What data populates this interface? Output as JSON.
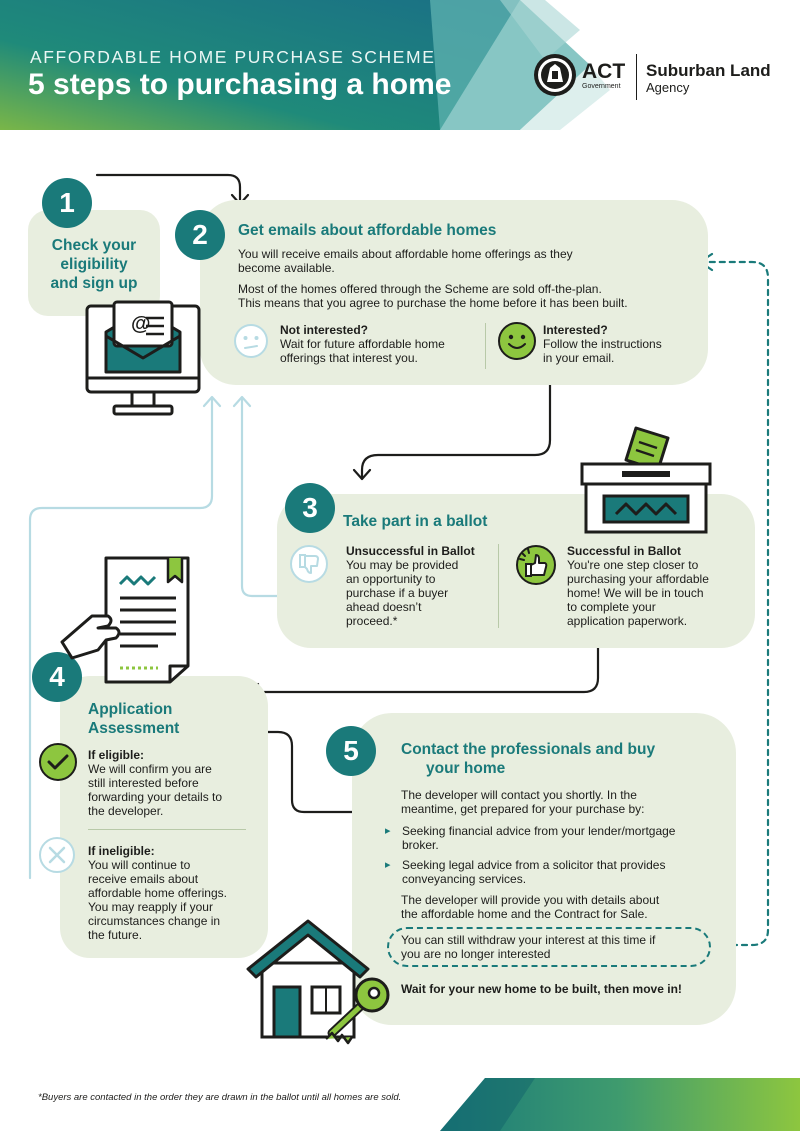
{
  "header": {
    "kicker": "AFFORDABLE HOME PURCHASE SCHEME",
    "title": "5 steps to purchasing a home",
    "logo_act": "ACT",
    "logo_act_sub": "Government",
    "logo_agency_line1": "Suburban Land",
    "logo_agency_line2": "Agency"
  },
  "step1": {
    "number": "1",
    "title_line1": "Check your",
    "title_line2": "eligibility",
    "title_line3": "and sign up"
  },
  "step2": {
    "number": "2",
    "title": "Get emails about affordable homes",
    "para1_line1": "You will receive emails about affordable home offerings as they",
    "para1_line2": "become available.",
    "para2_line1": "Most of the homes offered through the Scheme are sold off-the-plan.",
    "para2_line2": "This means that you agree to purchase the home before it has been built.",
    "not_interested_title": "Not interested?",
    "not_interested_line1": "Wait for future affordable home",
    "not_interested_line2": "offerings that interest you.",
    "interested_title": "Interested?",
    "interested_line1": "Follow the instructions",
    "interested_line2": "in your email."
  },
  "step3": {
    "number": "3",
    "title": "Take part in a ballot",
    "unsuccessful_title": "Unsuccessful in Ballot",
    "unsuccessful_lines": [
      "You may be provided",
      "an opportunity to",
      "purchase if a buyer",
      "ahead doesn’t",
      "proceed.*"
    ],
    "successful_title": "Successful in Ballot",
    "successful_lines": [
      "You're one step closer to",
      "purchasing your affordable",
      "home! We will be in touch",
      "to complete your",
      "application paperwork."
    ]
  },
  "step4": {
    "number": "4",
    "title_line1": "Application",
    "title_line2": "Assessment",
    "eligible_title": "If eligible:",
    "eligible_lines": [
      "We will confirm you are",
      "still interested before",
      "forwarding your details to",
      "the developer."
    ],
    "ineligible_title": "If ineligible:",
    "ineligible_lines": [
      "You will continue to",
      "receive emails about",
      "affordable home offerings.",
      "You may reapply if your",
      "circumstances change in",
      "the future."
    ]
  },
  "step5": {
    "number": "5",
    "title_line1": "Contact the professionals and buy",
    "title_line2": "your home",
    "intro_line1": "The developer will contact you shortly. In the",
    "intro_line2": "meantime, get prepared for your purchase by:",
    "bullets": [
      [
        "Seeking financial advice from your lender/mortgage",
        "broker."
      ],
      [
        "Seeking legal advice from a solicitor that provides",
        "conveyancing services."
      ]
    ],
    "details_line1": "The developer will provide you with details about",
    "details_line2": "the affordable home and the Contract for Sale.",
    "withdraw_line1": "You can still withdraw your interest at this time if",
    "withdraw_line2": "you are no longer interested",
    "final": "Wait for your new home to be built, then move in!"
  },
  "email_icon_glyph": "@",
  "footnote": "*Buyers are contacted in the order they are drawn in the ballot until all homes are sold.",
  "colors": {
    "teal": "#1a7a7a",
    "panel_green": "#e8eedf",
    "lime": "#8dc63f",
    "light_blue": "#b7dbe3",
    "dark": "#1d1d1b"
  }
}
